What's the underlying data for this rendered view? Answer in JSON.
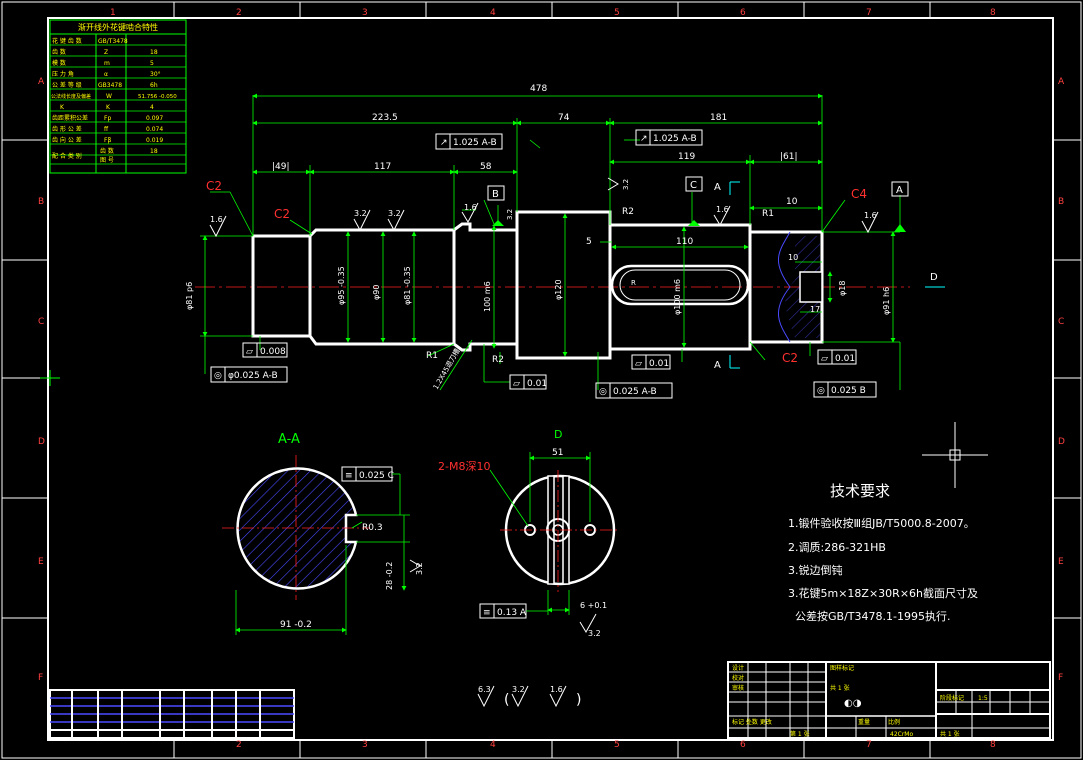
{
  "grid": {
    "columns": [
      "1",
      "2",
      "3",
      "4",
      "5",
      "6",
      "7",
      "8"
    ],
    "rows": [
      "A",
      "B",
      "C",
      "D",
      "E",
      "F"
    ]
  },
  "spline_table": {
    "title": "渐开线外花键啮合特性",
    "rows": [
      {
        "label": "花 键 齿 数",
        "symbol": "GB/T3478",
        "value": ""
      },
      {
        "label": "齿 数",
        "symbol": "Z",
        "value": "18"
      },
      {
        "label": "模 数",
        "symbol": "m",
        "value": "5"
      },
      {
        "label": "压 力 角",
        "symbol": "α",
        "value": "30°"
      },
      {
        "label": "公 差 等 级",
        "symbol": "GB3478",
        "value": "6h"
      },
      {
        "label": "公法线长度及偏差",
        "symbol": "W",
        "value": "51.756 -0.050"
      },
      {
        "label": "K",
        "symbol": "K",
        "value": "4"
      },
      {
        "label": "齿距累积公差",
        "symbol": "Fp",
        "value": "0.097"
      },
      {
        "label": "齿 形 公 差",
        "symbol": "ff",
        "value": "0.074"
      },
      {
        "label": "齿 向 公 差",
        "symbol": "Fβ",
        "value": "0.019"
      },
      {
        "label": "配 合 类 别",
        "symbol": "齿 数",
        "value": "18"
      },
      {
        "label": "",
        "symbol": "图 号",
        "value": ""
      }
    ]
  },
  "dims": {
    "overall": "478",
    "left_len": "223.5",
    "mid_len": "74",
    "right_len": "181",
    "d49": "|49|",
    "d117": "117",
    "d58": "58",
    "d119": "119",
    "d61": "|61|",
    "d10": "10",
    "d110": "110",
    "d5": "5",
    "d10b": "10",
    "d17": "17",
    "d18": "φ18",
    "dia81": "φ81 p6",
    "dia95": "φ95 -0.35",
    "dia90": "φ90",
    "dia81b": "φ81 -0.35",
    "dia100": "100 m6",
    "dia120": "φ120",
    "dia100b": "φ100 m6",
    "dia91": "φ91 h6",
    "r2a": "R2",
    "r2b": "R2",
    "r1a": "R1",
    "r1b": "R1",
    "r2c": "R2",
    "r2slot": "R",
    "undercut": "1.2X45退刀槽"
  },
  "chamfers": {
    "c2a": "C2",
    "c2b": "C2",
    "c2c": "C2",
    "c4": "C4"
  },
  "roughness": {
    "r16a": "1.6",
    "r32a": "3.2",
    "r32b": "3.2",
    "r16b": "1.6",
    "r32c": "3.2",
    "r32d": "3.2",
    "r16c": "1.6",
    "r16d": "1.6",
    "r32e": "3.2"
  },
  "datums": {
    "a": "A",
    "b": "B",
    "c": "C",
    "d": "D"
  },
  "gdt": {
    "runout_left": "1.025 A-B",
    "runout_right": "1.025 A-B",
    "flat1": "0.008",
    "conc1": "φ0.025 A-B",
    "flat2": "0.01",
    "flat3": "0.01",
    "conc2": "0.025 A-B",
    "flat4": "0.01",
    "conc3": "0.025 B",
    "sym1": "0.025 C",
    "sym2": "0.13 A"
  },
  "section_aa": {
    "title": "A-A",
    "r": "R0.3",
    "dim_w": "91 -0.2",
    "depth": "28 -0.2",
    "rough": "3.2"
  },
  "section_d": {
    "title": "D",
    "holes": "2-M8深10",
    "w": "51",
    "dim": "6 +0.1",
    "rough": "3.2"
  },
  "section_labels": {
    "a1": "A",
    "a2": "A"
  },
  "tech_req": {
    "title": "技术要求",
    "items": [
      "1.锻件验收按Ⅲ组JB/T5000.8-2007。",
      "2.调质:286-321HB",
      "3.锐边倒钝",
      "3.花键5m×18Z×30R×6h截面尺寸及",
      "  公差按GB/T3478.1-1995执行."
    ]
  },
  "bottom_rough": {
    "a": "6.3",
    "b": "3.2",
    "c": "1.6"
  },
  "title_block": {
    "scale": "1:5",
    "material": "42CrMo",
    "sheet": "共 1 张",
    "page": "第 1 张"
  }
}
